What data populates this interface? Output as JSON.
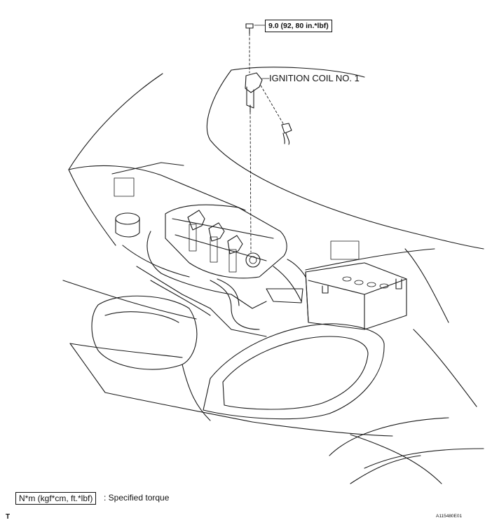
{
  "torque_callout": "9.0 (92, 80 in.*lbf)",
  "part_label": "IGNITION COIL NO. 1",
  "legend": {
    "unit_box": "N*m (kgf*cm, ft.*lbf)",
    "description": ": Specified torque"
  },
  "corner_mark": "T",
  "figure_id": "A115480E01"
}
